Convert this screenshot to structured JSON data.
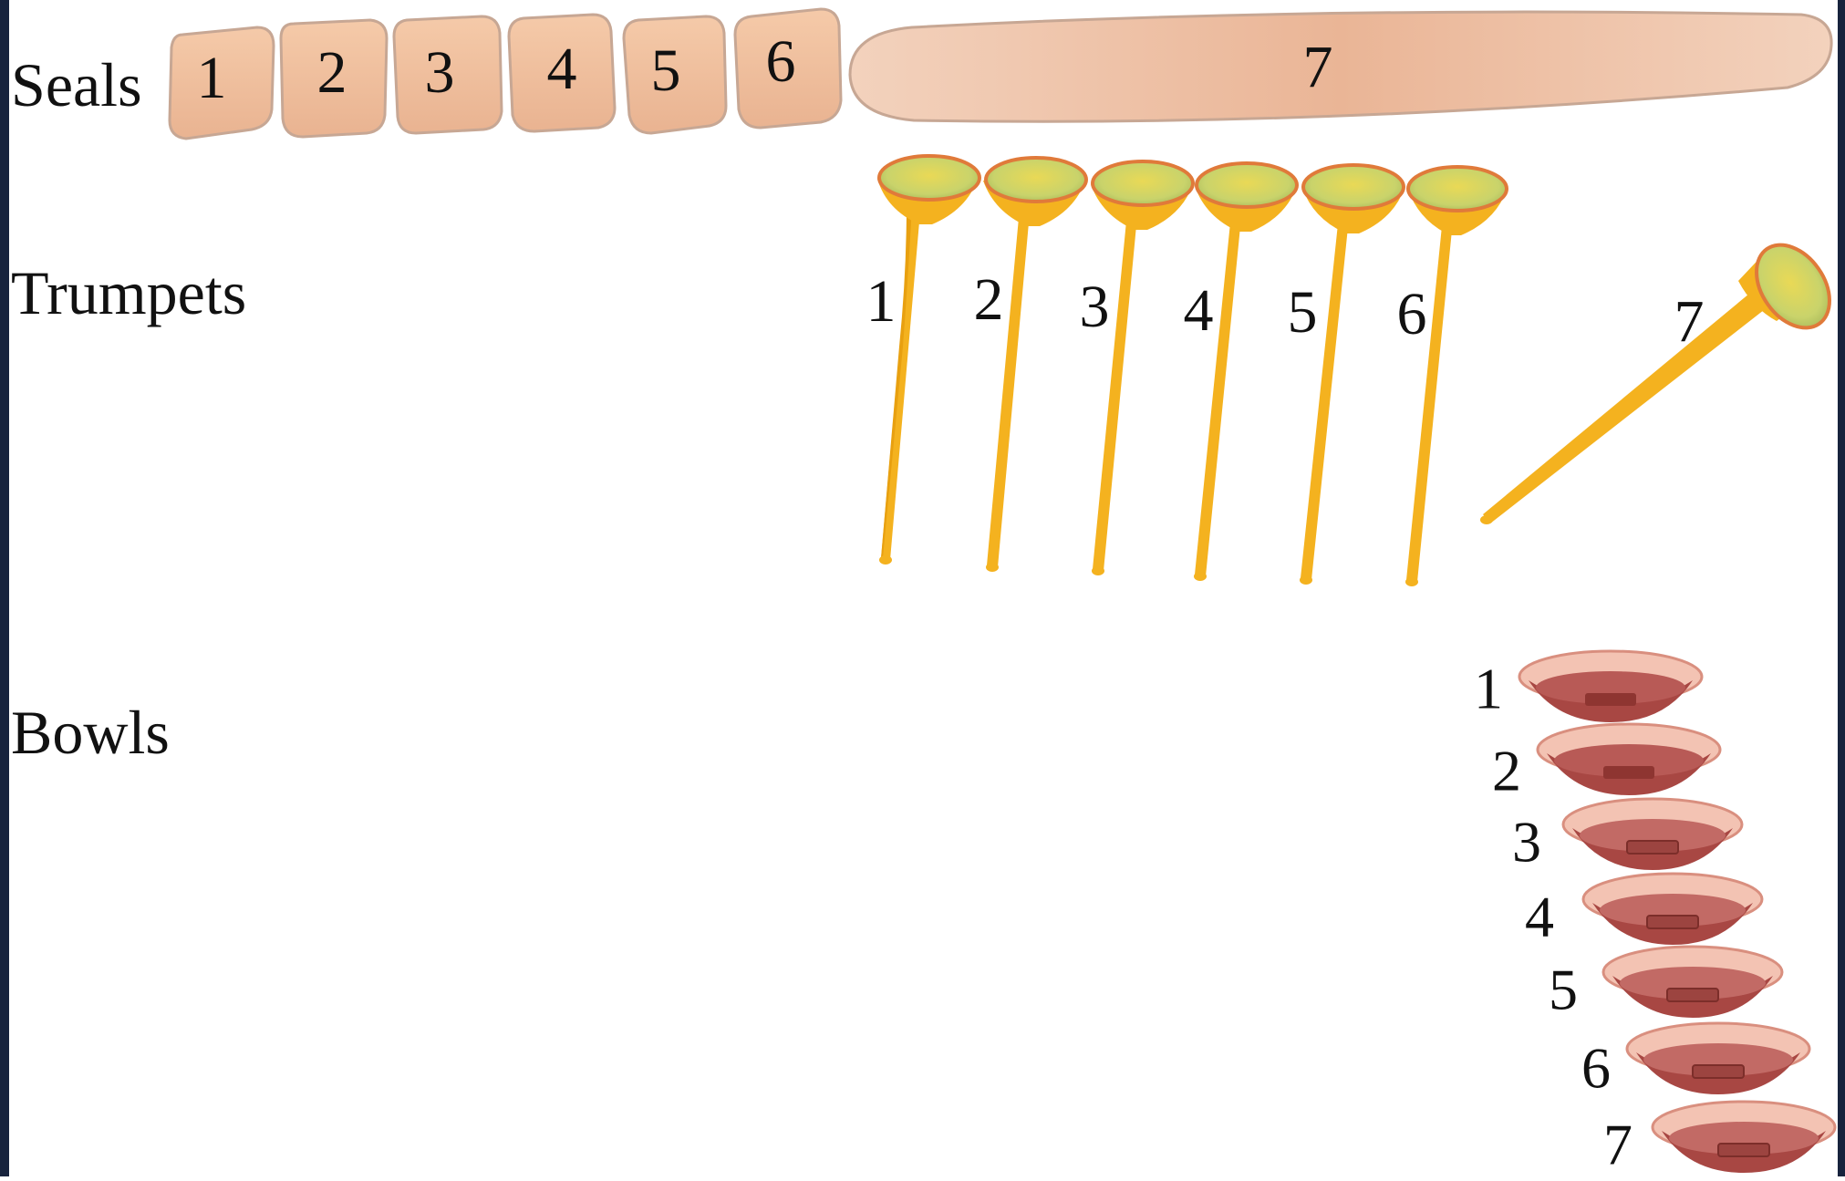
{
  "rows": {
    "seals": {
      "label": "Seals"
    },
    "trumpets": {
      "label": "Trumpets"
    },
    "bowls": {
      "label": "Bowls"
    }
  },
  "seals": [
    "1",
    "2",
    "3",
    "4",
    "5",
    "6",
    "7"
  ],
  "trumpets": [
    "1",
    "2",
    "3",
    "4",
    "5",
    "6",
    "7"
  ],
  "bowls": [
    "1",
    "2",
    "3",
    "4",
    "5",
    "6",
    "7"
  ],
  "colors": {
    "seal_fill": "#f0c2a4",
    "seal_stroke": "#c7a794",
    "trumpet_gold": "#f4b21f",
    "trumpet_rim": "#e07a3a",
    "trumpet_bell": "#c9d36b",
    "bowl_outer": "#f3c3b3",
    "bowl_inner": "#b85a56",
    "bowl_dark": "#8e3531",
    "frame": "#17233d"
  }
}
